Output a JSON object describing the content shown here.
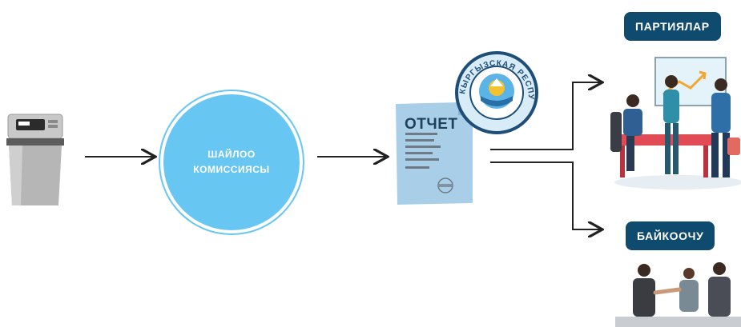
{
  "commission": {
    "label": "ШАЙЛОО\nКОМИССИЯСЫ"
  },
  "report": {
    "title": "ОТЧЕТ"
  },
  "stamp": {
    "arc_text": "КЫРГЫЗСКАЯ РЕСПУБЛИКА"
  },
  "recipients": {
    "parties_label": "ПАРТИЯЛАР",
    "observer_label": "БАЙКООЧУ"
  },
  "colors": {
    "circle": "#68c6f2",
    "badge": "#0f4b6e",
    "document": "#a9cfe8",
    "arrow": "#222222"
  },
  "icons": {
    "ballot": "ballot-box-icon",
    "stamp": "state-emblem-stamp-icon",
    "parties": "business-meeting-illustration",
    "observers": "handshake-illustration"
  }
}
